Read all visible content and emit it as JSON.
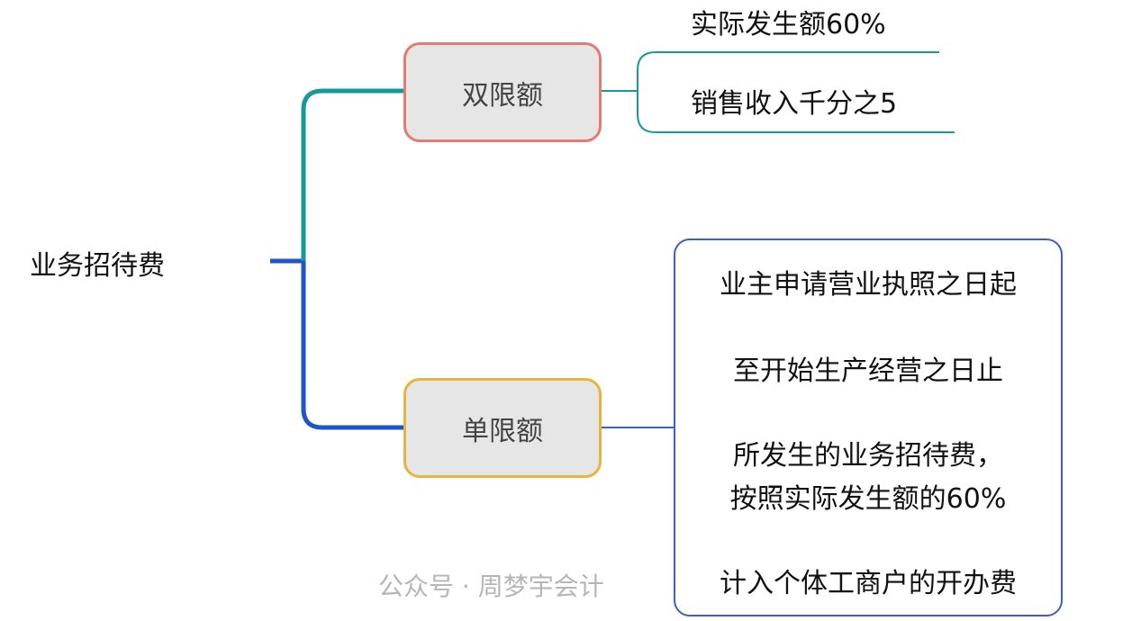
{
  "root": {
    "label": "业务招待费"
  },
  "branches": [
    {
      "label": "双限额",
      "border_color": "#e57a70",
      "line_color": "#17989a",
      "children": [
        "实际发生额60%",
        "销售收入千分之5"
      ]
    },
    {
      "label": "单限额",
      "border_color": "#e5b53c",
      "line_color": "#1e55c8",
      "details": [
        "业主申请营业执照之日起",
        "至开始生产经营之日止",
        "所发生的业务招待费，",
        "按照实际发生额的60%",
        "计入个体工商户的开办费"
      ]
    }
  ],
  "watermark": "公众号 · 周梦宇会计"
}
